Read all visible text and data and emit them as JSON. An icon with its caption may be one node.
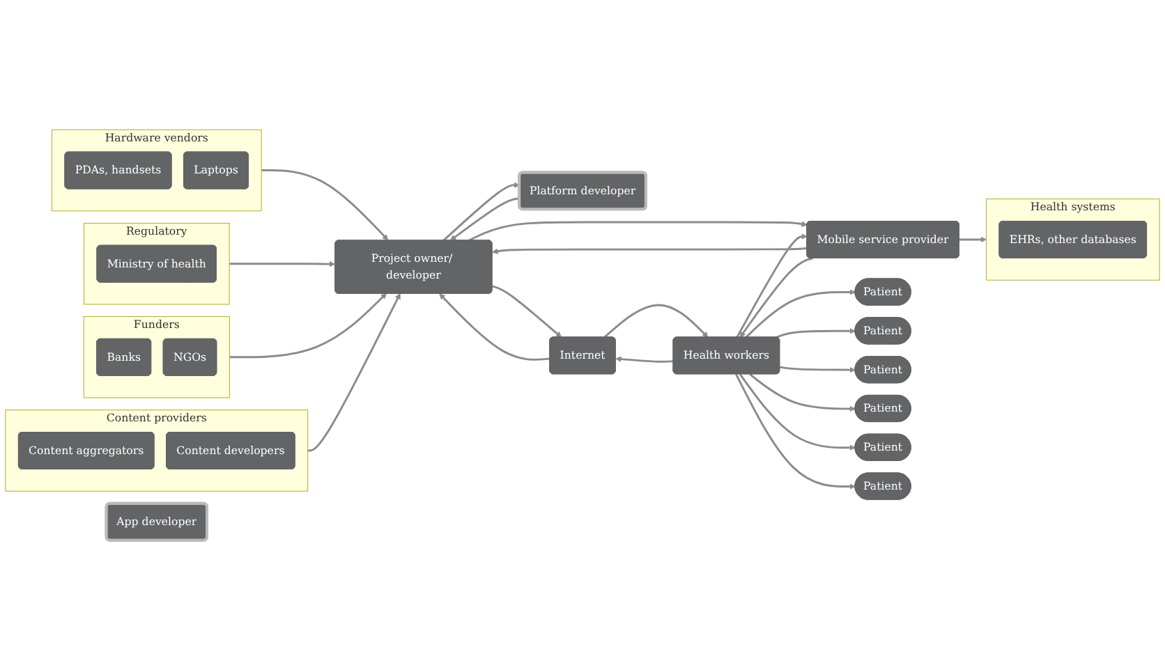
{
  "diagram": {
    "nodes": [
      {
        "text": [
          "App developer"
        ]
      },
      {
        "text": [
          "Platform developer"
        ]
      },
      {
        "text": [
          "Hardware vendors"
        ]
      },
      {
        "text": [
          "PDAs, handsets"
        ],
        "in": 2
      },
      {
        "text": [
          "Laptops"
        ],
        "in": 2
      },
      {
        "text": [
          "Regulatory"
        ]
      },
      {
        "text": [
          "Ministry of health"
        ],
        "in": 5
      },
      {
        "text": [
          "Funders"
        ]
      },
      {
        "text": [
          "Banks"
        ],
        "in": 7
      },
      {
        "text": [
          "NGOs"
        ],
        "in": 7
      },
      {
        "text": [
          "Content providers"
        ]
      },
      {
        "text": [
          "Content aggregators"
        ],
        "in": 10
      },
      {
        "text": [
          "Content developers"
        ],
        "in": 10
      },
      {
        "text": [
          "Project owner/ developer"
        ]
      },
      {
        "text": [
          "Internet"
        ]
      },
      {
        "text": [
          "Mobile service provider"
        ]
      },
      {
        "text": [
          "Health systems"
        ]
      },
      {
        "text": [
          "EHRs, other databases"
        ],
        "in": 16
      },
      {
        "text": [
          "Health workers"
        ]
      },
      {
        "text": [
          "Patient"
        ]
      },
      {
        "text": [
          "Patient"
        ]
      },
      {
        "text": [
          "Patient"
        ]
      },
      {
        "text": [
          "Patient"
        ]
      },
      {
        "text": [
          "Patient"
        ]
      },
      {
        "text": [
          "Patient"
        ]
      }
    ],
    "edges": [
      {
        "from": 1,
        "to": 13,
        "arrow": "to"
      },
      {
        "from": 13,
        "to": 1,
        "arrow": "to"
      },
      {
        "from": 2,
        "to": 13,
        "arrow": "to"
      },
      {
        "from": 5,
        "to": 13,
        "arrow": "to"
      },
      {
        "from": 7,
        "to": 13,
        "arrow": "to"
      },
      {
        "from": 10,
        "to": 13,
        "arrow": "to"
      },
      {
        "from": 13,
        "to": 14,
        "arrow": "to"
      },
      {
        "from": 14,
        "to": 13,
        "arrow": "to"
      },
      {
        "from": 13,
        "to": 15,
        "arrow": "to"
      },
      {
        "from": 15,
        "to": 13,
        "arrow": "to"
      },
      {
        "from": 18,
        "to": 14,
        "arrow": "to"
      },
      {
        "from": 14,
        "to": 18,
        "arrow": "to"
      },
      {
        "from": 18,
        "to": 15,
        "arrow": "to"
      },
      {
        "from": 15,
        "to": 18,
        "arrow": "to"
      },
      {
        "from": 15,
        "to": 16,
        "arrow": "to"
      },
      {
        "from": 18,
        "to": 19,
        "arrow": "to"
      },
      {
        "from": 18,
        "to": 20,
        "arrow": "to"
      },
      {
        "from": 18,
        "to": 21,
        "arrow": "to"
      },
      {
        "from": 18,
        "to": 22,
        "arrow": "to"
      },
      {
        "from": 18,
        "to": 23,
        "arrow": "to"
      },
      {
        "from": 18,
        "to": 24,
        "arrow": "to"
      }
    ]
  }
}
